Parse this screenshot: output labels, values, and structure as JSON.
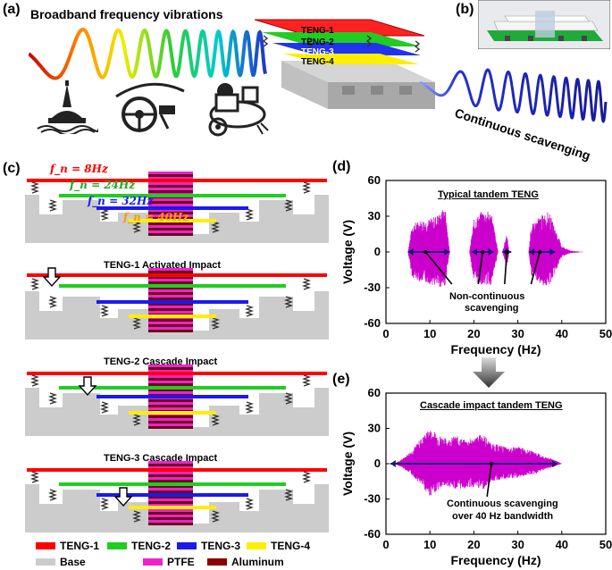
{
  "panel_a": {
    "label": "(a)",
    "title": "Broadband frequency vibrations",
    "teng_labels": [
      "TENG-1",
      "TENG-2",
      "TENG-3",
      "TENG-4"
    ],
    "output_label": "Continuous scavenging"
  },
  "panel_b": {
    "label": "(b)"
  },
  "panel_c": {
    "label": "(c)",
    "freq_labels": [
      "f_n = 8Hz",
      "f_n = 24Hz",
      "f_n = 32Hz",
      "f_n = 40Hz"
    ],
    "stages": [
      "TENG-1 Activated Impact",
      "TENG-2 Cascade Impact",
      "TENG-3 Cascade Impact"
    ],
    "legend": [
      {
        "label": "TENG-1",
        "color": "#ff0000"
      },
      {
        "label": "TENG-2",
        "color": "#22cc22"
      },
      {
        "label": "TENG-3",
        "color": "#1a1aee"
      },
      {
        "label": "TENG-4",
        "color": "#ffee00"
      },
      {
        "label": "Base",
        "color": "#cccccc"
      },
      {
        "label": "PTFE",
        "color": "#ee22cc"
      },
      {
        "label": "Aluminum",
        "color": "#8b0000"
      }
    ]
  },
  "panel_d": {
    "label": "(d)",
    "title": "Typical tandem TENG",
    "annotation": [
      "Non-continuous",
      "scavenging"
    ]
  },
  "panel_e": {
    "label": "(e)",
    "title": "Cascade impact tandem TENG",
    "annotation": [
      "Continuous scavenging",
      "over 40 Hz bandwidth"
    ]
  },
  "chart_data": [
    {
      "type": "area",
      "title": "Typical tandem TENG",
      "xlabel": "Frequency (Hz)",
      "ylabel": "Voltage (V)",
      "xlim": [
        0,
        50
      ],
      "ylim": [
        -60,
        60
      ],
      "xticks": [
        0,
        10,
        20,
        30,
        40,
        50
      ],
      "yticks": [
        60,
        30,
        0,
        -30,
        -60
      ],
      "series": [
        {
          "color": "#cc00cc",
          "x": [
            5,
            6,
            8,
            10,
            12,
            13.5,
            14.5,
            19,
            20,
            22,
            24,
            25.5,
            26.5,
            27.5,
            28,
            30.5,
            32.5,
            33,
            35,
            37,
            38.5,
            40,
            42,
            45
          ],
          "upper": [
            0,
            24,
            27,
            28,
            32,
            38,
            0,
            0,
            27,
            35,
            34,
            0,
            0,
            16,
            0,
            0,
            0,
            22,
            30,
            34,
            20,
            5,
            1,
            0
          ],
          "lower": [
            0,
            -22,
            -25,
            -27,
            -30,
            -29,
            0,
            0,
            -25,
            -28,
            -28,
            0,
            0,
            -14,
            0,
            0,
            0,
            -20,
            -27,
            -30,
            -18,
            -4,
            -1,
            0
          ]
        }
      ]
    },
    {
      "type": "area",
      "title": "Cascade impact tandem TENG",
      "xlabel": "Frequency (Hz)",
      "ylabel": "Voltage (V)",
      "xlim": [
        0,
        50
      ],
      "ylim": [
        -60,
        60
      ],
      "xticks": [
        0,
        10,
        20,
        30,
        40,
        50
      ],
      "yticks": [
        60,
        30,
        0,
        -30,
        -60
      ],
      "series": [
        {
          "color": "#cc00cc",
          "x": [
            2,
            4,
            6,
            8,
            10,
            12,
            14,
            16,
            18,
            20,
            22,
            24,
            26,
            28,
            30,
            32,
            34,
            36,
            38,
            40
          ],
          "upper": [
            0,
            5,
            12,
            22,
            30,
            25,
            21,
            24,
            20,
            22,
            26,
            17,
            16,
            13,
            15,
            12,
            10,
            6,
            4,
            0
          ],
          "lower": [
            0,
            -4,
            -10,
            -18,
            -28,
            -22,
            -19,
            -22,
            -21,
            -20,
            -22,
            -15,
            -14,
            -13,
            -12,
            -10,
            -9,
            -5,
            -3,
            0
          ]
        }
      ]
    }
  ]
}
